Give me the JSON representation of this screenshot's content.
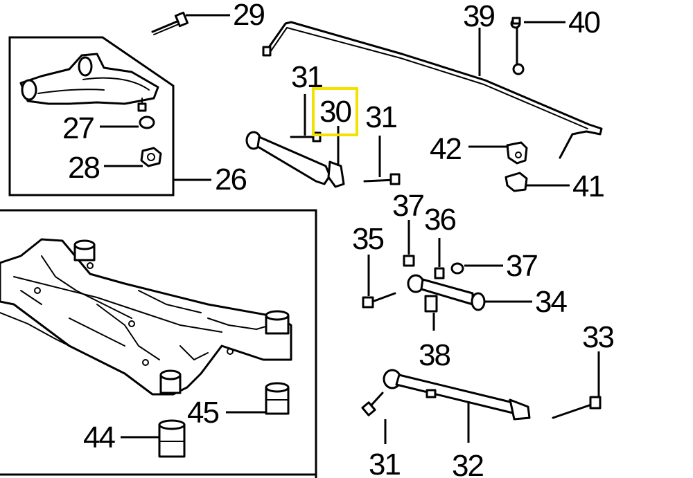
{
  "diagram": {
    "callouts": {
      "c26": "26",
      "c27": "27",
      "c28": "28",
      "c29": "29",
      "c30": "30",
      "c31a": "31",
      "c31b": "31",
      "c31c": "31",
      "c32": "32",
      "c33": "33",
      "c34": "34",
      "c35": "35",
      "c36": "36",
      "c37a": "37",
      "c37b": "37",
      "c38": "38",
      "c39": "39",
      "c40": "40",
      "c41": "41",
      "c42": "42",
      "c44": "44",
      "c45": "45"
    },
    "highlight": {
      "label": "30",
      "color": "#f2e200"
    }
  }
}
